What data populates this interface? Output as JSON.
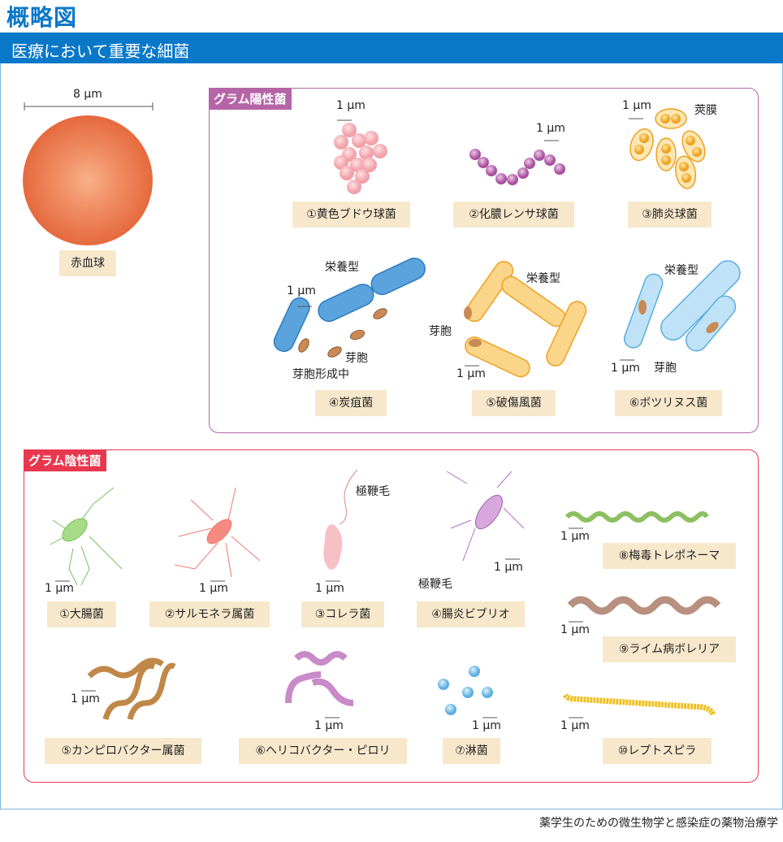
{
  "title": "概略図",
  "header": "医療において重要な細菌",
  "rbc": {
    "label": "赤血球",
    "scale": "8 μm"
  },
  "scale_1um": "1 μm",
  "gram_positive": {
    "title": "グラム陽性菌",
    "items": [
      "①黄色ブドウ球菌",
      "②化膿レンサ球菌",
      "③肺炎球菌",
      "④炭疽菌",
      "⑤破傷風菌",
      "⑥ボツリヌス菌"
    ],
    "annotations": {
      "capsule": "莢膜",
      "vegetative": "栄養型",
      "spore": "芽胞",
      "sporulating": "芽胞形成中"
    }
  },
  "gram_negative": {
    "title": "グラム陰性菌",
    "items": [
      "①大腸菌",
      "②サルモネラ属菌",
      "③コレラ菌",
      "④腸炎ビブリオ",
      "⑤カンピロバクター属菌",
      "⑥ヘリコバクター・ピロリ",
      "⑦淋菌",
      "⑧梅毒トレポネーマ",
      "⑨ライム病ボレリア",
      "⑩レプトスピラ"
    ],
    "annotations": {
      "polar_flagellum": "極鞭毛"
    }
  },
  "colors": {
    "blue": "#0a78c8",
    "gram_positive": "#b565a7",
    "gram_negative": "#e8384f",
    "label_bg": "#f7e8cc"
  },
  "credit": "薬学生のための微生物学と感染症の薬物治療学"
}
